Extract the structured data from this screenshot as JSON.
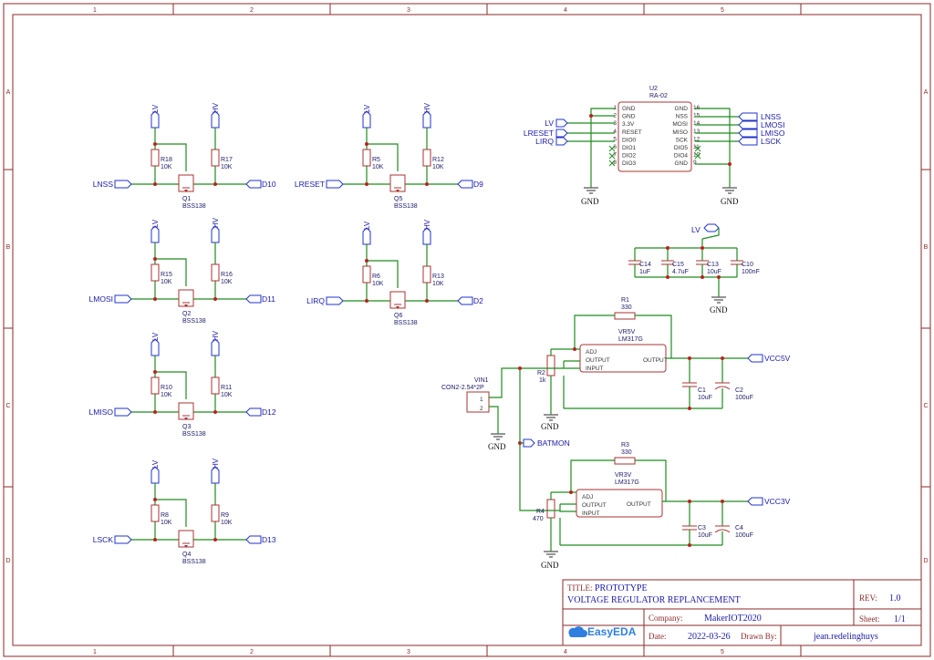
{
  "border": {
    "col_labels": [
      "1",
      "2",
      "3",
      "4",
      "5"
    ],
    "row_labels": [
      "A",
      "B",
      "C",
      "D"
    ]
  },
  "level_shifters": [
    {
      "r_lo": "R18",
      "r_lo_val": "10K",
      "r_hi": "R17",
      "r_hi_val": "10K",
      "q": "Q1",
      "q_type": "BSS138",
      "in": "LNSS",
      "out": "D10"
    },
    {
      "r_lo": "R15",
      "r_lo_val": "10K",
      "r_hi": "R16",
      "r_hi_val": "10K",
      "q": "Q2",
      "q_type": "BSS138",
      "in": "LMOSI",
      "out": "D11"
    },
    {
      "r_lo": "R10",
      "r_lo_val": "10K",
      "r_hi": "R11",
      "r_hi_val": "10K",
      "q": "Q3",
      "q_type": "BSS138",
      "in": "LMISO",
      "out": "D12"
    },
    {
      "r_lo": "R8",
      "r_lo_val": "10K",
      "r_hi": "R9",
      "r_hi_val": "10K",
      "q": "Q4",
      "q_type": "BSS138",
      "in": "LSCK",
      "out": "D13"
    },
    {
      "r_lo": "R5",
      "r_lo_val": "10K",
      "r_hi": "R12",
      "r_hi_val": "10K",
      "q": "Q5",
      "q_type": "BSS138",
      "in": "LRESET",
      "out": "D9"
    },
    {
      "r_lo": "R6",
      "r_lo_val": "10K",
      "r_hi": "R13",
      "r_hi_val": "10K",
      "q": "Q6",
      "q_type": "BSS138",
      "in": "LIRQ",
      "out": "D2"
    }
  ],
  "power_flags": {
    "lv": "LV",
    "hv": "HV",
    "gnd": "GND"
  },
  "u2": {
    "ref": "U2",
    "part": "RA-02",
    "left_pins": [
      {
        "n": "1",
        "name": "GND"
      },
      {
        "n": "2",
        "name": "GND"
      },
      {
        "n": "3",
        "name": "3.3V"
      },
      {
        "n": "4",
        "name": "RESET"
      },
      {
        "n": "5",
        "name": "DIO0"
      },
      {
        "n": "6",
        "name": "DIO1"
      },
      {
        "n": "7",
        "name": "DIO2"
      },
      {
        "n": "8",
        "name": "DIO3"
      }
    ],
    "right_pins": [
      {
        "n": "16",
        "name": "GND"
      },
      {
        "n": "15",
        "name": "NSS"
      },
      {
        "n": "14",
        "name": "MOSI"
      },
      {
        "n": "13",
        "name": "MISO"
      },
      {
        "n": "12",
        "name": "SCK"
      },
      {
        "n": "11",
        "name": "DIO5"
      },
      {
        "n": "10",
        "name": "DIO4"
      },
      {
        "n": "9",
        "name": "GND"
      }
    ],
    "left_nets": [
      "LV",
      "LRESET",
      "LIRQ"
    ],
    "right_nets": [
      "LNSS",
      "LMOSI",
      "LMISO",
      "LSCK"
    ]
  },
  "decoupling": [
    {
      "ref": "C14",
      "val": "1uF"
    },
    {
      "ref": "C15",
      "val": "4.7uF"
    },
    {
      "ref": "C13",
      "val": "10uF"
    },
    {
      "ref": "C10",
      "val": "100nF"
    }
  ],
  "vr5": {
    "ref": "VR5V",
    "part": "LM317G",
    "r_top": "R1",
    "r_top_val": "330",
    "r_adj": "R2",
    "r_adj_val": "1k",
    "pins": [
      "ADJ",
      "OUTPUT",
      "INPUT",
      "OUTPUT"
    ],
    "c1": "C1",
    "c1_val": "10uF",
    "c2": "C2",
    "c2_val": "100uF",
    "net": "VCC5V"
  },
  "vr3": {
    "ref": "VR3V",
    "part": "LM317G",
    "r_top": "R3",
    "r_top_val": "330",
    "r_adj": "R4",
    "r_adj_val": "470",
    "pins": [
      "ADJ",
      "OUTPUT",
      "INPUT",
      "OUTPUT"
    ],
    "c1": "C3",
    "c1_val": "10uF",
    "c2": "C4",
    "c2_val": "100uF",
    "net": "VCC3V"
  },
  "vin": {
    "ref": "VIN1",
    "part": "CON2-2.54*2P",
    "net": "BATMON"
  },
  "title_block": {
    "title_label": "TITLE:",
    "title_1": "PROTOTYPE",
    "title_2": "VOLTAGE REGULATOR REPLANCEMENT",
    "rev_label": "REV:",
    "rev": "1.0",
    "company_label": "Company:",
    "company": "MakerIOT2020",
    "sheet_label": "Sheet:",
    "sheet": "1/1",
    "date_label": "Date:",
    "date": "2022-03-26",
    "drawn_label": "Drawn By:",
    "drawn": "jean.redelinghuys",
    "logo": "EasyEDA"
  }
}
